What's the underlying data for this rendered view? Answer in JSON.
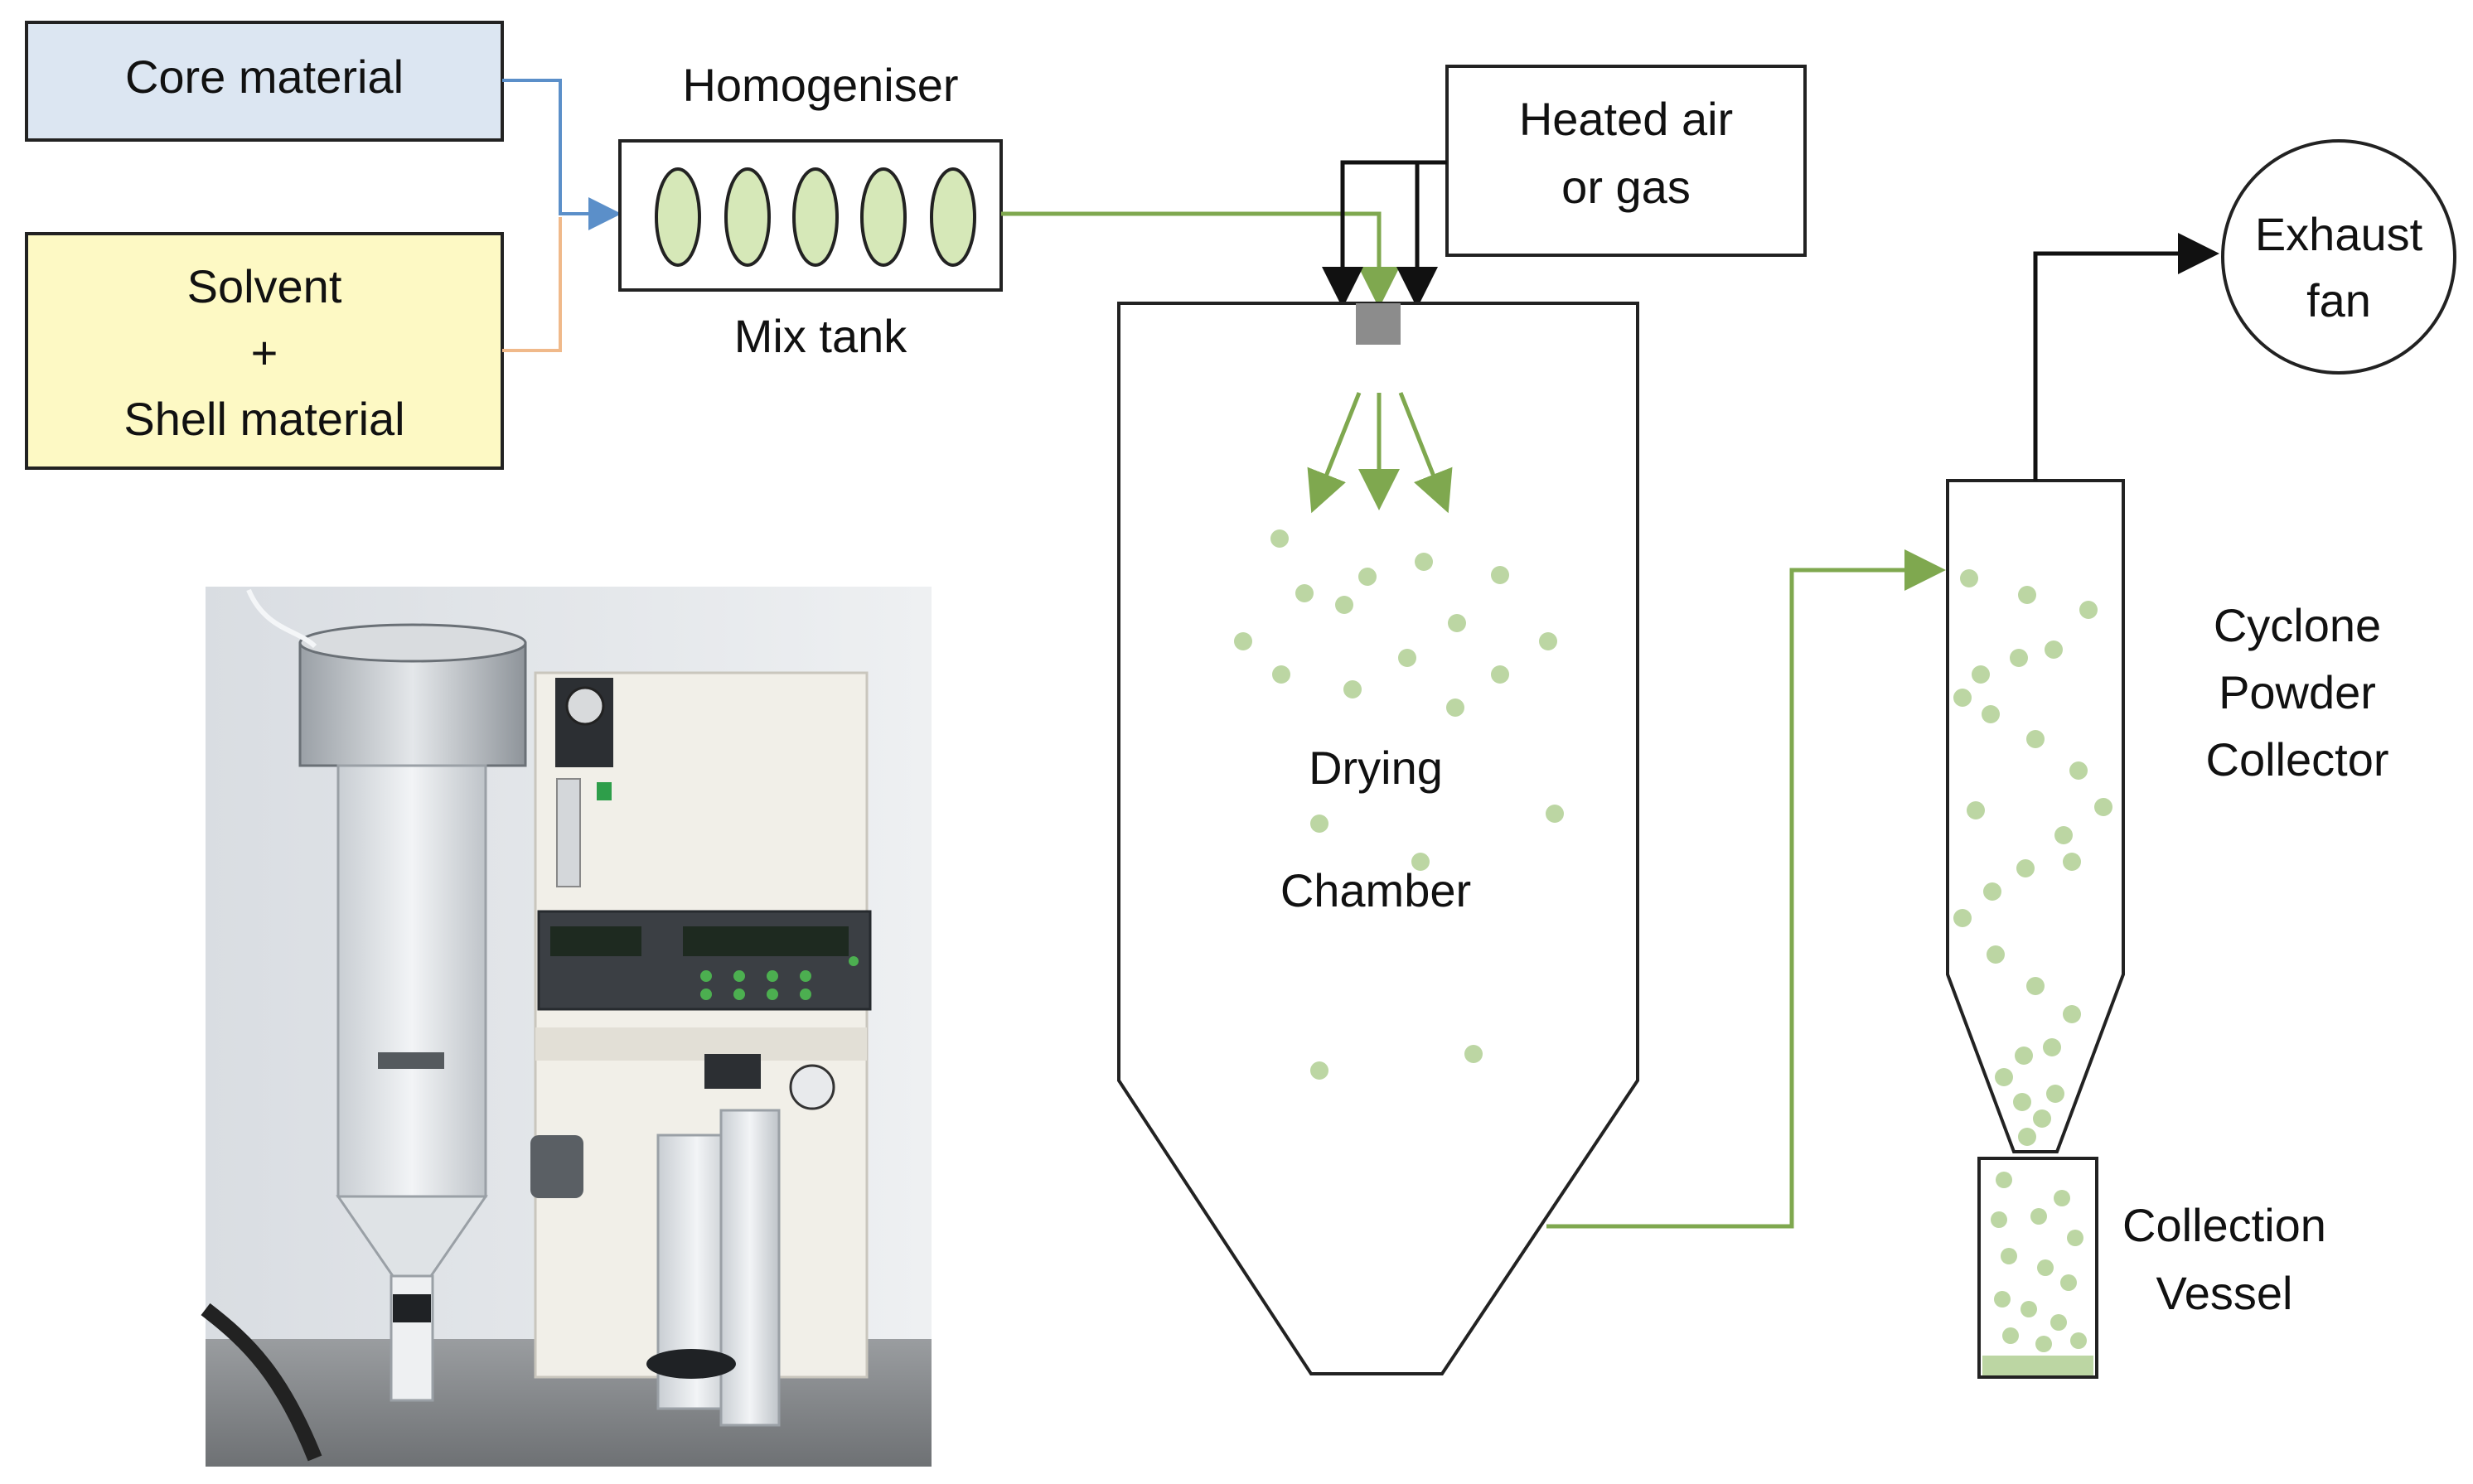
{
  "inputs": {
    "core": {
      "label": "Core material",
      "fill": "#dce6f2"
    },
    "solvent": {
      "line1": "Solvent",
      "line2": "+",
      "line3": "Shell material",
      "fill": "#fdf9c4"
    }
  },
  "homogeniser": {
    "title": "Homogeniser",
    "caption": "Mix tank",
    "cell_fill": "#d6e8b8"
  },
  "heated_air": {
    "line1": "Heated air",
    "line2": "or gas"
  },
  "drying_chamber": {
    "line1": "Drying",
    "line2": "Chamber",
    "nozzle_color": "#8c8c8c"
  },
  "exhaust_fan": {
    "line1": "Exhaust",
    "line2": "fan"
  },
  "cyclone": {
    "line1": "Cyclone",
    "line2": "Powder",
    "line3": "Collector"
  },
  "collection_vessel": {
    "line1": "Collection",
    "line2": "Vessel"
  },
  "photo": {
    "description_icon": "lab-spray-dryer-photo"
  },
  "colors": {
    "flow_green": "#7fa84f",
    "core_line_blue": "#5b8fc9",
    "solvent_line_orange": "#f0b98a",
    "particle_green": "#bcd6a3"
  }
}
